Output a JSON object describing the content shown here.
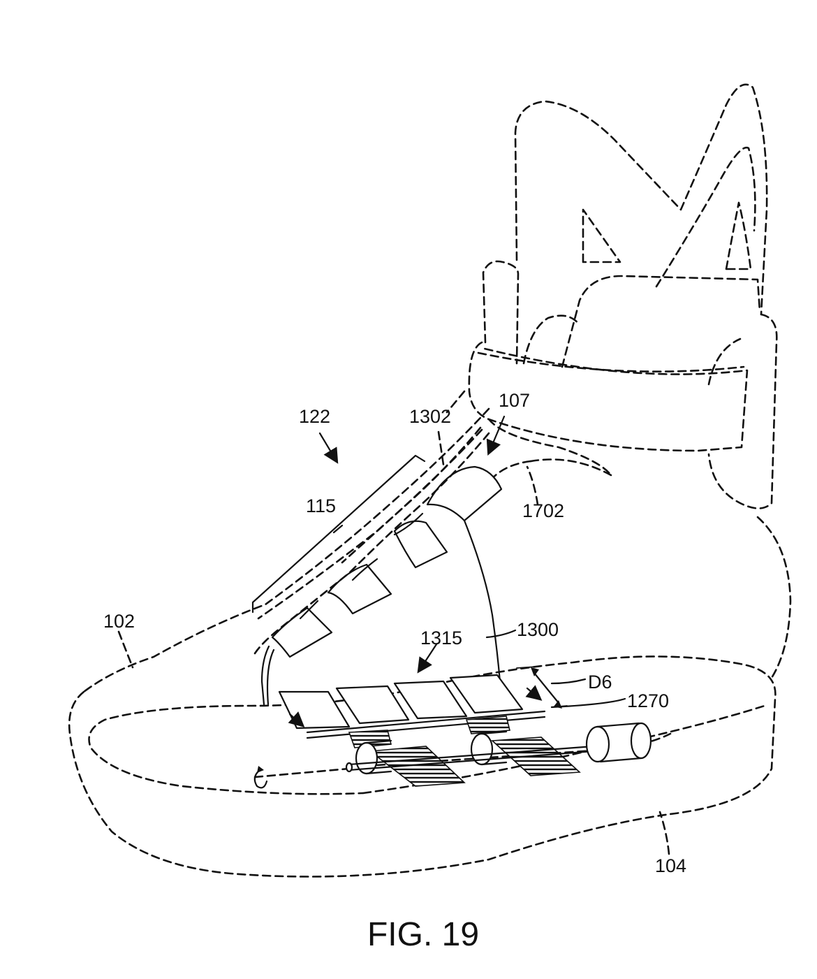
{
  "figure": {
    "caption": "FIG. 19",
    "labels": {
      "l122": "122",
      "l1302": "1302",
      "l107": "107",
      "l115": "115",
      "l1702": "1702",
      "l102": "102",
      "l1315": "1315",
      "l1300": "1300",
      "lD6": "D6",
      "l1270": "1270",
      "l104": "104"
    }
  }
}
